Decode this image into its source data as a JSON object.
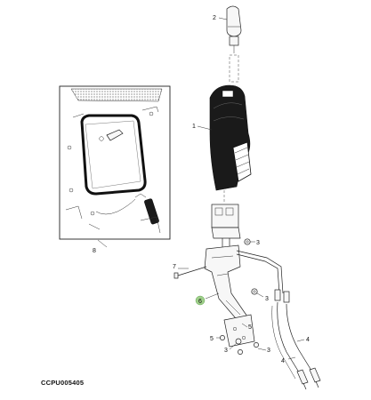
{
  "figure_code": "CCPU005405",
  "callouts": {
    "c1": "1",
    "c2": "2",
    "c3a": "3",
    "c3b": "3",
    "c3c": "3",
    "c3d": "3",
    "c4a": "4",
    "c4b": "4",
    "c5a": "5",
    "c5b": "5",
    "c6": "6",
    "c7": "7",
    "c8": "8"
  },
  "colors": {
    "highlight": "#9fd08a",
    "line": "#222222",
    "handle": "#1a1a1a",
    "inset_hatch": "#555555"
  }
}
